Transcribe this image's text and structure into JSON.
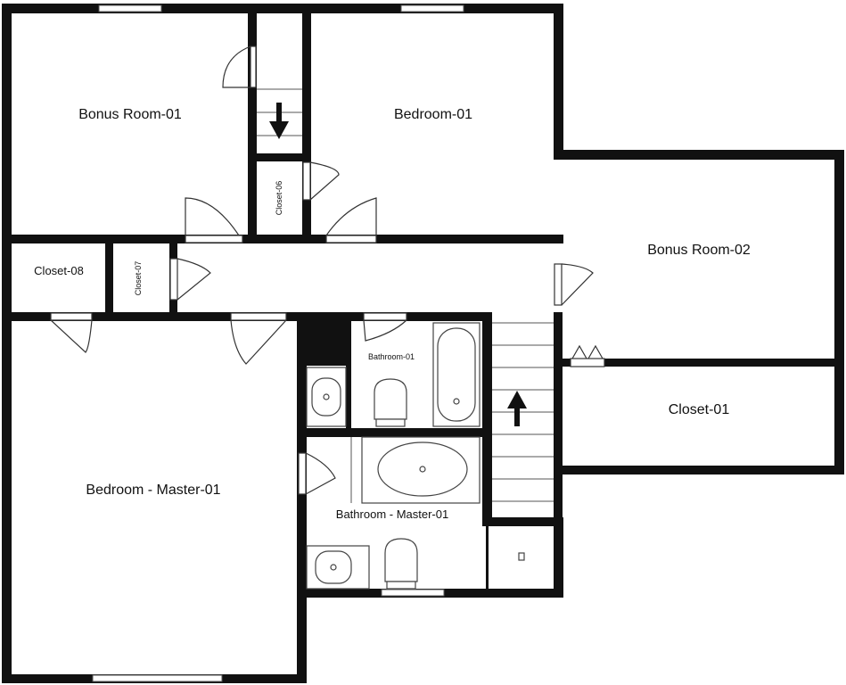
{
  "rooms": {
    "bonus_room_01": "Bonus Room-01",
    "bedroom_01": "Bedroom-01",
    "bonus_room_02": "Bonus Room-02",
    "closet_08": "Closet-08",
    "closet_07": "Closet-07",
    "closet_06": "Closet-06",
    "closet_01": "Closet-01",
    "bathroom_01": "Bathroom-01",
    "bedroom_master_01": "Bedroom - Master-01",
    "bathroom_master_01": "Bathroom - Master-01"
  },
  "colors": {
    "wall": "#111111",
    "background": "#ffffff"
  },
  "icons": {
    "stair_arrow_down": "arrow-down-icon",
    "stair_arrow_up": "arrow-up-icon"
  }
}
